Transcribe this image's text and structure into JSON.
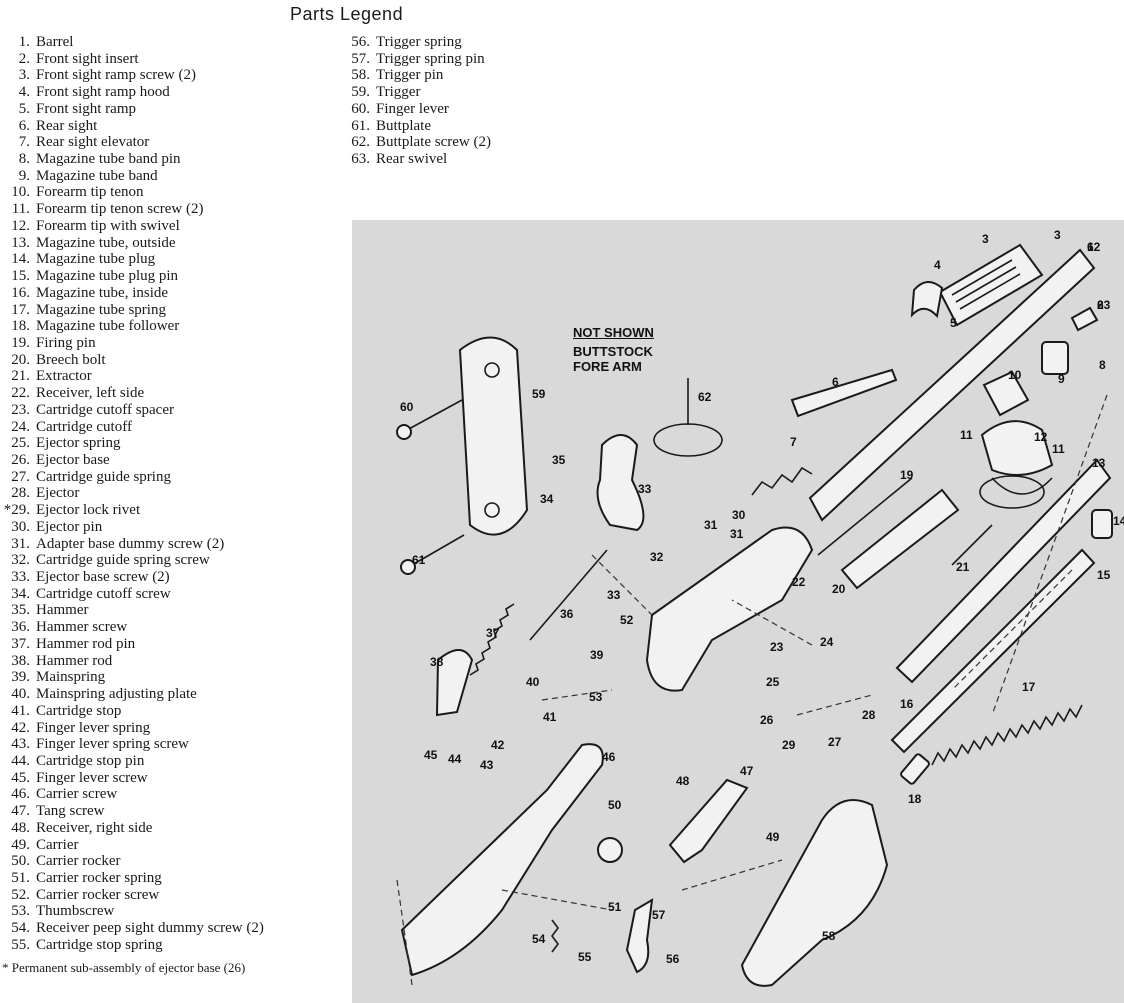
{
  "legend": {
    "title": "Parts Legend",
    "col1": [
      {
        "num": "1.",
        "name": "Barrel"
      },
      {
        "num": "2.",
        "name": "Front sight insert"
      },
      {
        "num": "3.",
        "name": "Front sight ramp screw (2)"
      },
      {
        "num": "4.",
        "name": "Front sight ramp hood"
      },
      {
        "num": "5.",
        "name": "Front sight ramp"
      },
      {
        "num": "6.",
        "name": "Rear sight"
      },
      {
        "num": "7.",
        "name": "Rear sight elevator"
      },
      {
        "num": "8.",
        "name": "Magazine tube band pin"
      },
      {
        "num": "9.",
        "name": "Magazine tube band"
      },
      {
        "num": "10.",
        "name": "Forearm tip tenon"
      },
      {
        "num": "11.",
        "name": "Forearm tip tenon screw (2)"
      },
      {
        "num": "12.",
        "name": "Forearm tip with swivel"
      },
      {
        "num": "13.",
        "name": "Magazine tube, outside"
      },
      {
        "num": "14.",
        "name": "Magazine tube plug"
      },
      {
        "num": "15.",
        "name": "Magazine tube plug pin"
      },
      {
        "num": "16.",
        "name": "Magazine tube, inside"
      },
      {
        "num": "17.",
        "name": "Magazine tube spring"
      },
      {
        "num": "18.",
        "name": "Magazine tube follower"
      },
      {
        "num": "19.",
        "name": "Firing pin"
      },
      {
        "num": "20.",
        "name": "Breech bolt"
      },
      {
        "num": "21.",
        "name": "Extractor"
      },
      {
        "num": "22.",
        "name": "Receiver, left side"
      },
      {
        "num": "23.",
        "name": "Cartridge cutoff spacer"
      },
      {
        "num": "24.",
        "name": "Cartridge cutoff"
      },
      {
        "num": "25.",
        "name": "Ejector spring"
      },
      {
        "num": "26.",
        "name": "Ejector base"
      },
      {
        "num": "27.",
        "name": "Cartridge guide spring"
      },
      {
        "num": "28.",
        "name": "Ejector"
      },
      {
        "num": "*29.",
        "name": "Ejector lock rivet"
      },
      {
        "num": "30.",
        "name": "Ejector pin"
      },
      {
        "num": "31.",
        "name": "Adapter base dummy screw (2)"
      },
      {
        "num": "32.",
        "name": "Cartridge guide spring screw"
      },
      {
        "num": "33.",
        "name": "Ejector base screw (2)"
      },
      {
        "num": "34.",
        "name": "Cartridge cutoff screw"
      },
      {
        "num": "35.",
        "name": "Hammer"
      },
      {
        "num": "36.",
        "name": "Hammer screw"
      },
      {
        "num": "37.",
        "name": "Hammer rod pin"
      },
      {
        "num": "38.",
        "name": "Hammer rod"
      },
      {
        "num": "39.",
        "name": "Mainspring"
      },
      {
        "num": "40.",
        "name": "Mainspring adjusting plate"
      },
      {
        "num": "41.",
        "name": "Cartridge stop"
      },
      {
        "num": "42.",
        "name": "Finger lever spring"
      },
      {
        "num": "43.",
        "name": "Finger lever spring screw"
      },
      {
        "num": "44.",
        "name": "Cartridge stop pin"
      },
      {
        "num": "45.",
        "name": "Finger lever screw"
      },
      {
        "num": "46.",
        "name": "Carrier screw"
      },
      {
        "num": "47.",
        "name": "Tang screw"
      },
      {
        "num": "48.",
        "name": "Receiver, right side"
      },
      {
        "num": "49.",
        "name": "Carrier"
      },
      {
        "num": "50.",
        "name": "Carrier rocker"
      },
      {
        "num": "51.",
        "name": "Carrier rocker spring"
      },
      {
        "num": "52.",
        "name": "Carrier rocker screw"
      },
      {
        "num": "53.",
        "name": "Thumbscrew"
      },
      {
        "num": "54.",
        "name": "Receiver peep sight dummy screw (2)"
      },
      {
        "num": "55.",
        "name": "Cartridge stop spring"
      }
    ],
    "col2": [
      {
        "num": "56.",
        "name": "Trigger spring"
      },
      {
        "num": "57.",
        "name": "Trigger spring pin"
      },
      {
        "num": "58.",
        "name": "Trigger pin"
      },
      {
        "num": "59.",
        "name": "Trigger"
      },
      {
        "num": "60.",
        "name": "Finger lever"
      },
      {
        "num": "61.",
        "name": "Buttplate"
      },
      {
        "num": "62.",
        "name": "Buttplate screw (2)"
      },
      {
        "num": "63.",
        "name": "Rear swivel"
      }
    ],
    "footnote": "* Permanent sub-assembly of ejector base (26)"
  },
  "diagram": {
    "not_shown_title": "NOT SHOWN",
    "not_shown_items": [
      "BUTTSTOCK",
      "FORE ARM"
    ],
    "callouts": [
      "1",
      "2",
      "3",
      "3",
      "4",
      "5",
      "6",
      "7",
      "8",
      "9",
      "10",
      "11",
      "11",
      "12",
      "13",
      "14",
      "15",
      "16",
      "17",
      "18",
      "19",
      "20",
      "21",
      "22",
      "23",
      "24",
      "25",
      "26",
      "27",
      "28",
      "29",
      "30",
      "31",
      "31",
      "32",
      "33",
      "33",
      "34",
      "35",
      "36",
      "37",
      "38",
      "39",
      "40",
      "41",
      "42",
      "43",
      "44",
      "45",
      "46",
      "47",
      "48",
      "49",
      "50",
      "51",
      "52",
      "53",
      "54",
      "55",
      "56",
      "57",
      "58",
      "59",
      "60",
      "61",
      "62",
      "62",
      "63"
    ]
  }
}
